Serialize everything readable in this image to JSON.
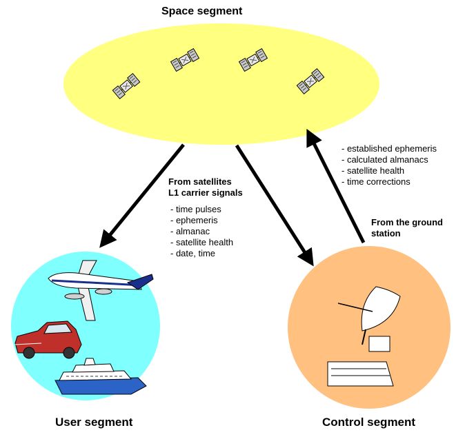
{
  "space_segment": {
    "title": "Space segment"
  },
  "user_segment": {
    "title": "User segment"
  },
  "control_segment": {
    "title": "Control segment"
  },
  "downlink": {
    "heading": [
      "From satellites",
      "L1 carrier signals"
    ],
    "items": [
      "- time pulses",
      "- ephemeris",
      "- almanac",
      "- satellite health",
      "- date, time"
    ]
  },
  "uplink": {
    "heading": [
      "From the ground",
      "station"
    ],
    "items": [
      "- established ephemeris",
      "- calculated almanacs",
      "- satellite health",
      "- time corrections"
    ]
  },
  "colors": {
    "space_fill": "#ffff80",
    "user_fill": "#80ffff",
    "control_fill": "#ffc080",
    "arrow": "#000000"
  }
}
